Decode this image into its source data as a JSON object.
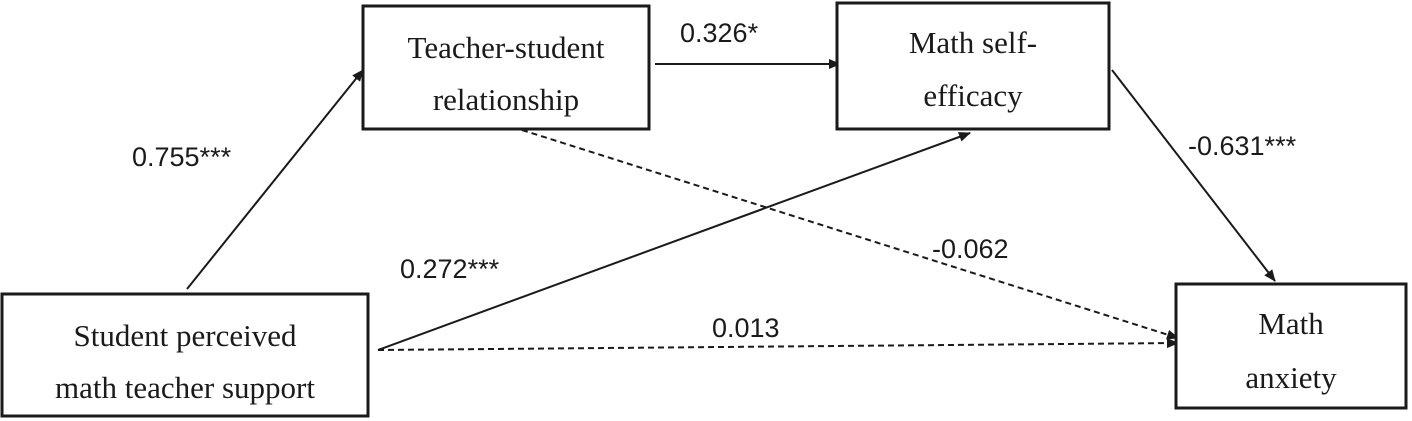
{
  "nodes": {
    "support": {
      "lines": [
        "Student perceived",
        "math teacher support"
      ]
    },
    "relationship": {
      "lines": [
        "Teacher-student",
        "relationship"
      ]
    },
    "efficacy": {
      "lines": [
        "Math self-",
        "efficacy"
      ]
    },
    "anxiety": {
      "lines": [
        "Math",
        "anxiety"
      ]
    }
  },
  "paths": {
    "support_to_relationship": {
      "coefficient": "0.755***",
      "style": "solid"
    },
    "relationship_to_efficacy": {
      "coefficient": "0.326*",
      "style": "solid"
    },
    "efficacy_to_anxiety": {
      "coefficient": "-0.631***",
      "style": "solid"
    },
    "support_to_efficacy": {
      "coefficient": "0.272***",
      "style": "solid"
    },
    "relationship_to_anxiety": {
      "coefficient": "-0.062",
      "style": "dashed"
    },
    "support_to_anxiety": {
      "coefficient": "0.013",
      "style": "dashed"
    }
  },
  "colors": {
    "stroke": "#1a1a1a",
    "background": "#ffffff"
  }
}
